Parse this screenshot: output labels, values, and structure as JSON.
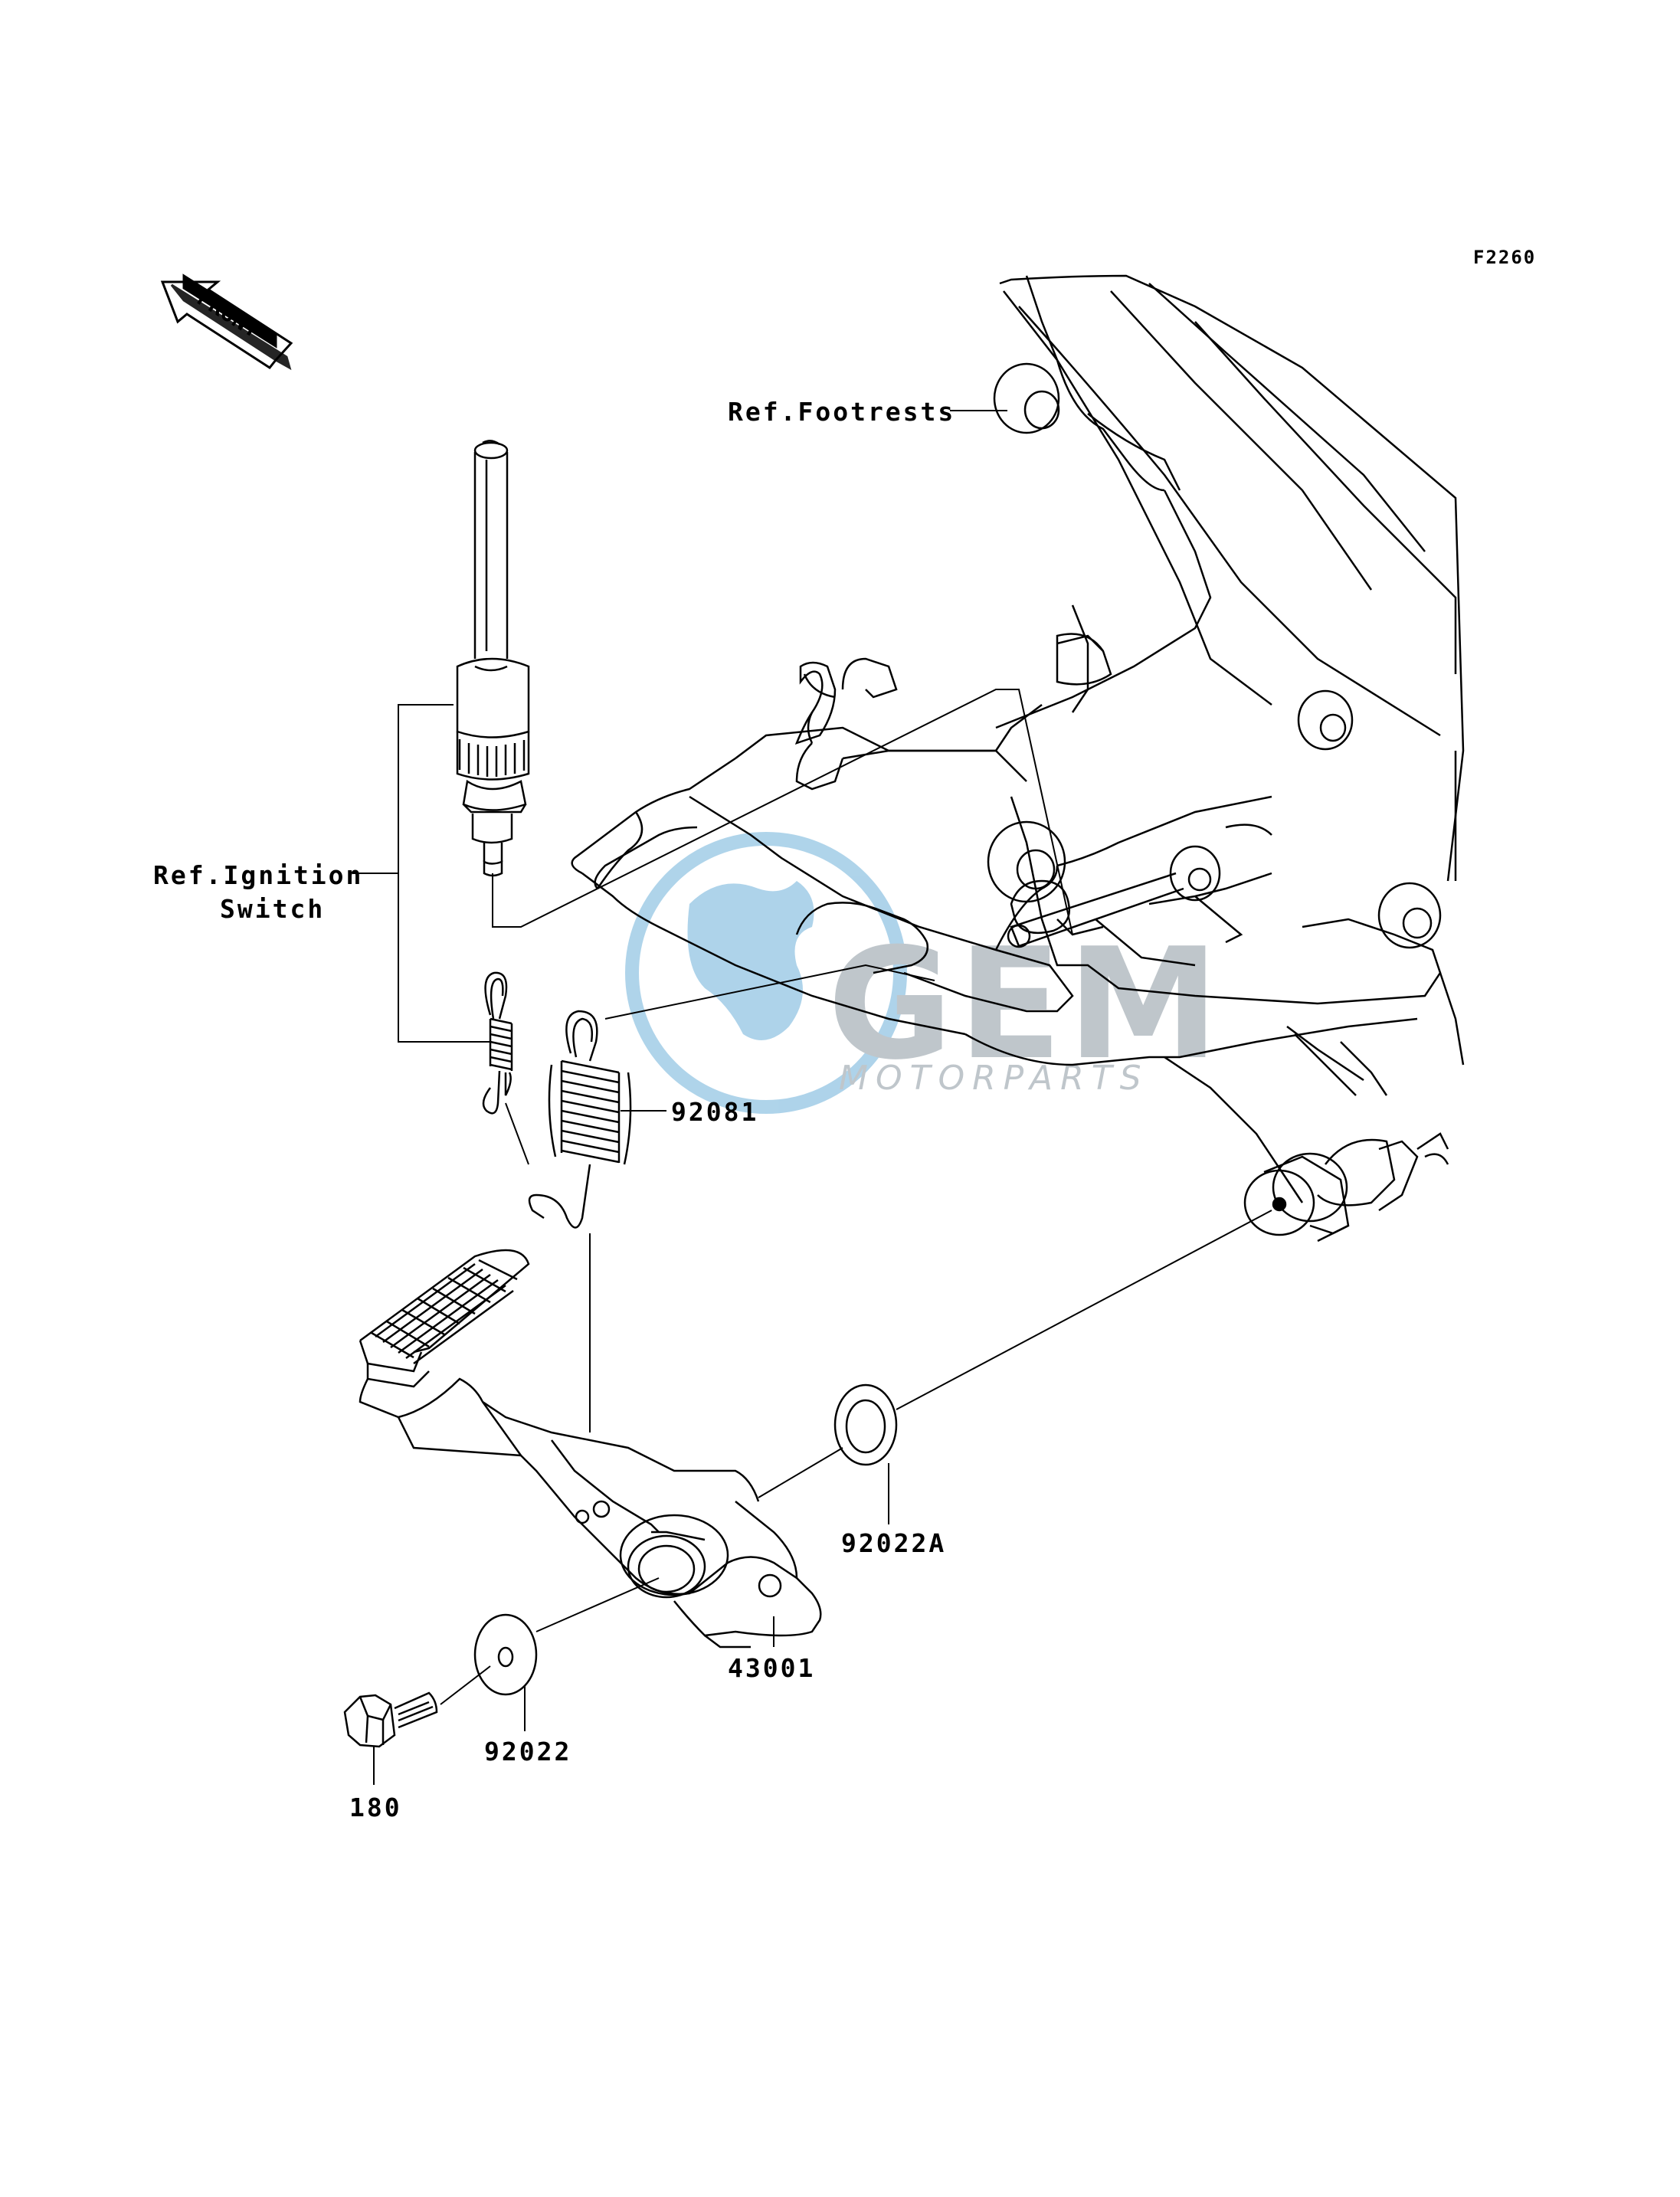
{
  "diagram": {
    "figure_code": "F2260",
    "direction_arrow": "FRONT",
    "watermark": {
      "brand": "GEM",
      "sub": "MOTORPARTS"
    },
    "colors": {
      "line": "#000000",
      "watermark_blue": "#a6cfe8",
      "watermark_gray": "#b9c0c6"
    },
    "labels": {
      "ref_footrests": "Ref.Footrests",
      "ref_ignition_line1": "Ref.Ignition",
      "ref_ignition_line2": "Switch",
      "part_92081": "92081",
      "part_92022A": "92022A",
      "part_43001": "43001",
      "part_92022": "92022",
      "part_180": "180"
    },
    "icons": [
      "front-arrow-icon",
      "brake-pedal",
      "return-spring",
      "brake-light-switch",
      "washer",
      "flange-bolt"
    ]
  }
}
